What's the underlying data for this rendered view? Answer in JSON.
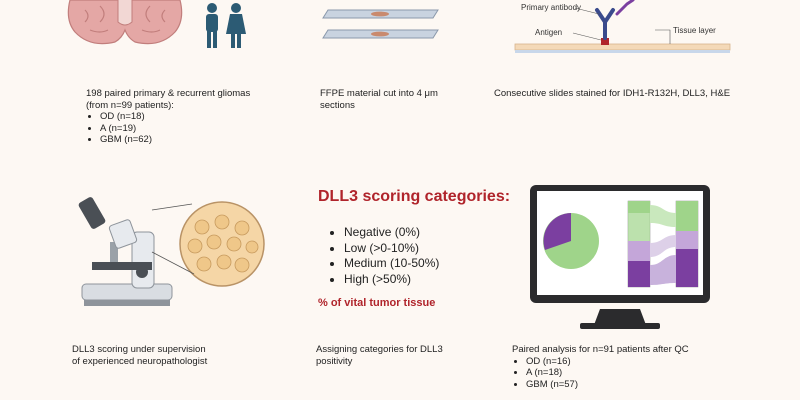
{
  "step1": {
    "line1": "198 paired primary & recurrent gliomas",
    "line2": "(from n=99 patients):",
    "items": [
      "OD (n=18)",
      "A (n=19)",
      "GBM (n=62)"
    ]
  },
  "step2": {
    "line1": "FFPE material cut into 4 μm",
    "line2": "sections"
  },
  "step3": {
    "text": "Consecutive slides stained for IDH1-R132H, DLL3, H&E",
    "label_primary": "Primary antibody",
    "label_antigen": "Antigen",
    "label_tissue": "Tissue layer"
  },
  "step4": {
    "line1": "DLL3 scoring under supervision",
    "line2": "of experienced neuropathologist"
  },
  "step5": {
    "title": "DLL3 scoring categories:",
    "categories": [
      "Negative (0%)",
      "Low (>0-10%)",
      "Medium (10-50%)",
      "High (>50%)"
    ],
    "subtitle": "% of vital tumor tissue",
    "line1": "Assigning categories for DLL3",
    "line2": "positivity"
  },
  "step6": {
    "line1": "Paired analysis for n=91 patients after QC",
    "items": [
      "OD (n=16)",
      "A (n=18)",
      "GBM (n=57)"
    ]
  },
  "colors": {
    "accent": "#b0242b",
    "purple": "#7b3fa0",
    "green": "#9fd48a",
    "brain": "#e4a7a5",
    "people": "#2c5b74"
  }
}
